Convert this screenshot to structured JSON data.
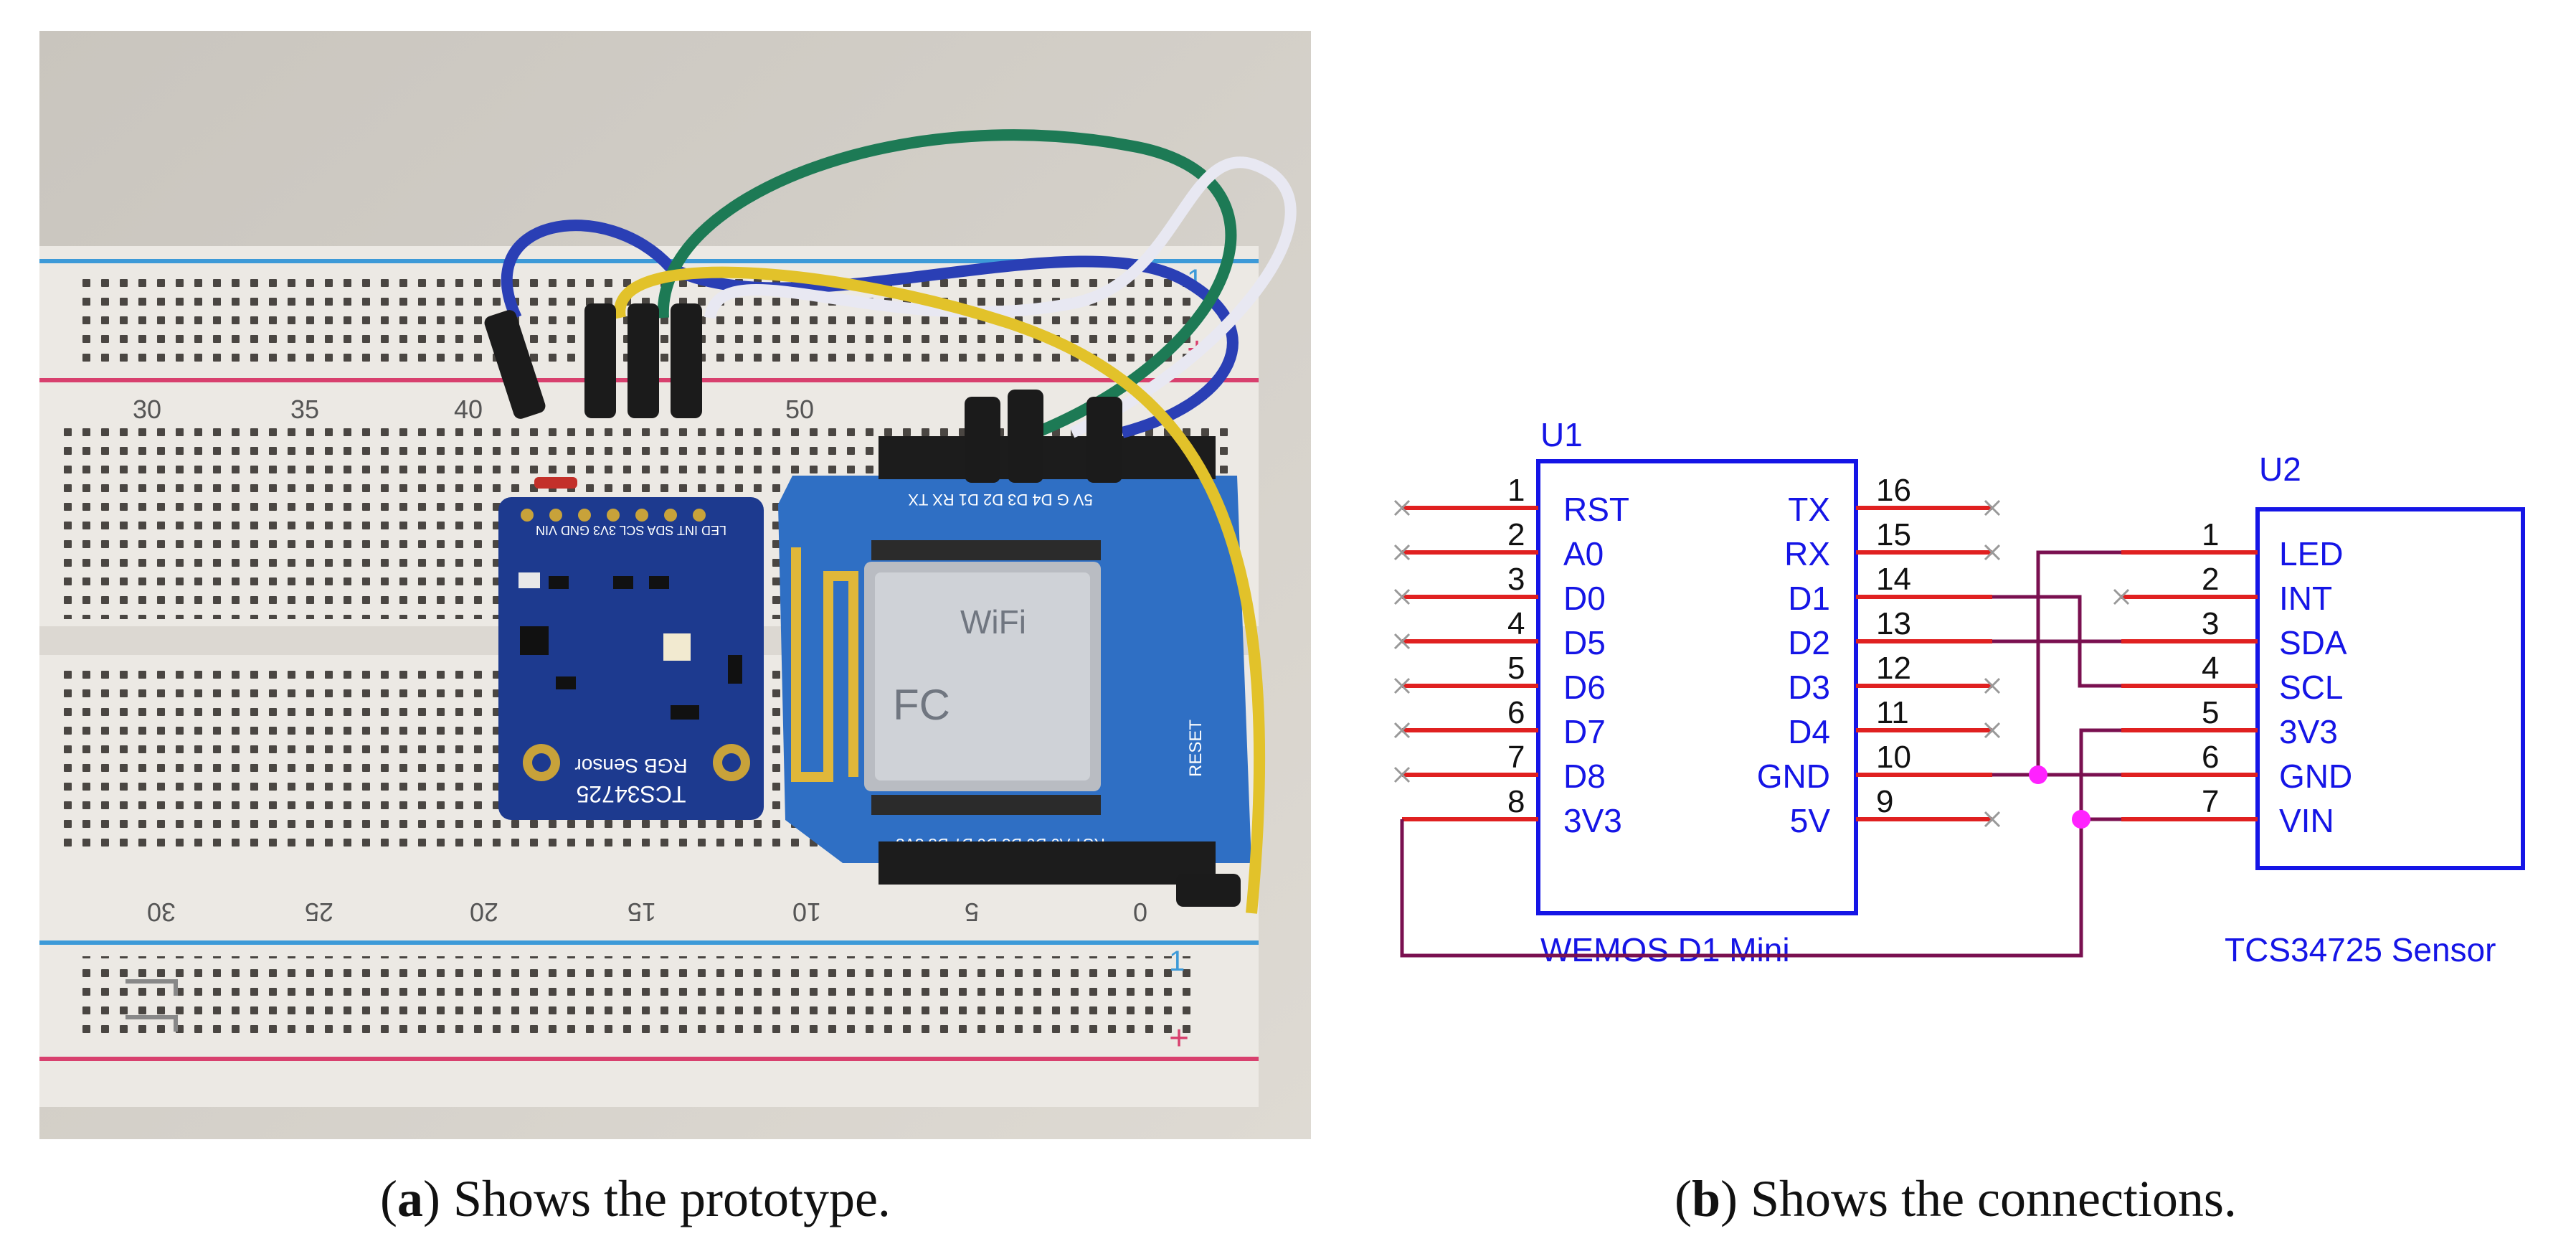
{
  "captions": {
    "a": {
      "letter": "a",
      "text": " Shows the prototype."
    },
    "b": {
      "letter": "b",
      "text": " Shows the connections."
    }
  },
  "photo": {
    "breadboard_numbers_top": [
      "30",
      "35",
      "40",
      "50"
    ],
    "breadboard_numbers_bottom": [
      "30",
      "25",
      "20",
      "15",
      "10",
      "5",
      "0"
    ],
    "rail_marks": [
      "1",
      "+",
      "1",
      "+"
    ],
    "sensor_board_label": "TCS34725",
    "sensor_board_sublabel": "RGB Sensor",
    "sensor_pin_labels": "LED INT SDA SCL 3V3 GND VIN",
    "wemos_pin_labels_top": "5V  G  D4  D3  D2  D1  RX  TX",
    "wemos_pin_labels_bottom": "RST A0 D0 D5 D6 D7 D8 3V3",
    "wemos_reset_label": "RESET",
    "module_labels": [
      "WiFi",
      "FC"
    ],
    "colors": {
      "breadboard": "#ece9e4",
      "sensor_pcb": "#1d3a8f",
      "wemos_pcb": "#2f6fc4",
      "wire_blue": "#2a3fb5",
      "wire_green": "#1d7a55",
      "wire_white": "#e8e8f2",
      "wire_yellow": "#e2c22a"
    }
  },
  "schematic": {
    "u1": {
      "ref": "U1",
      "name": "WEMOS D1 Mini",
      "left_pins": [
        {
          "num": "1",
          "label": "RST"
        },
        {
          "num": "2",
          "label": "A0"
        },
        {
          "num": "3",
          "label": "D0"
        },
        {
          "num": "4",
          "label": "D5"
        },
        {
          "num": "5",
          "label": "D6"
        },
        {
          "num": "6",
          "label": "D7"
        },
        {
          "num": "7",
          "label": "D8"
        },
        {
          "num": "8",
          "label": "3V3"
        }
      ],
      "right_pins": [
        {
          "num": "16",
          "label": "TX"
        },
        {
          "num": "15",
          "label": "RX"
        },
        {
          "num": "14",
          "label": "D1"
        },
        {
          "num": "13",
          "label": "D2"
        },
        {
          "num": "12",
          "label": "D3"
        },
        {
          "num": "11",
          "label": "D4"
        },
        {
          "num": "10",
          "label": "GND"
        },
        {
          "num": "9",
          "label": "5V"
        }
      ]
    },
    "u2": {
      "ref": "U2",
      "name": "TCS34725 Sensor",
      "pins": [
        {
          "num": "1",
          "label": "LED"
        },
        {
          "num": "2",
          "label": "INT"
        },
        {
          "num": "3",
          "label": "SDA"
        },
        {
          "num": "4",
          "label": "SCL"
        },
        {
          "num": "5",
          "label": "3V3"
        },
        {
          "num": "6",
          "label": "GND"
        },
        {
          "num": "7",
          "label": "VIN"
        }
      ]
    },
    "colors": {
      "component": "#1515e6",
      "pin": "#e02020",
      "wire": "#7a1050",
      "junction": "#ff22ff",
      "no_connect": "#999999"
    }
  }
}
